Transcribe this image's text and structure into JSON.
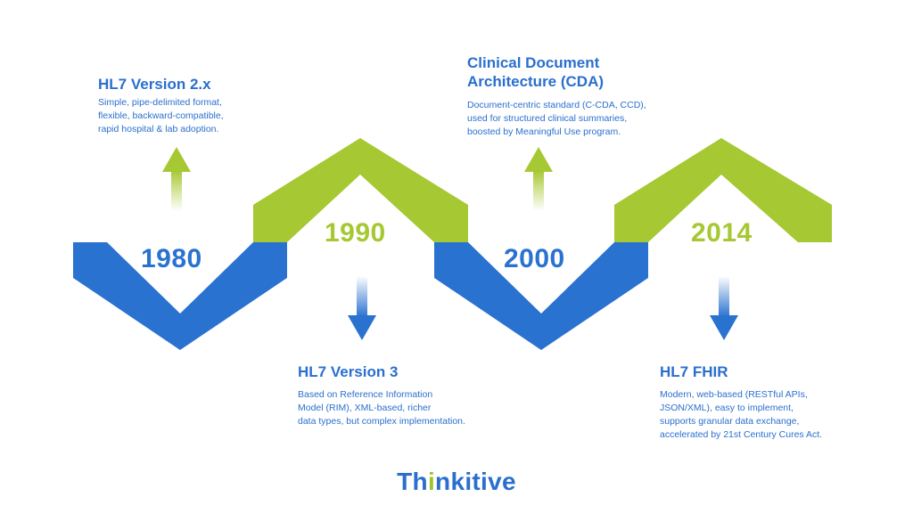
{
  "colors": {
    "blue": "#2a72d0",
    "green": "#a6c832",
    "text_blue": "#2a6fce"
  },
  "milestones": [
    {
      "year": "1980",
      "title": "HL7 Version 2.x",
      "description": [
        "Simple, pipe-delimited format,",
        "flexible, backward-compatible,",
        "rapid hospital & lab adoption."
      ],
      "arrow": "up"
    },
    {
      "year": "1990",
      "title": "HL7 Version 3",
      "description": [
        "Based on Reference Information",
        "Model (RIM), XML-based, richer",
        "data types, but complex implementation."
      ],
      "arrow": "down"
    },
    {
      "year": "2000",
      "title_lines": [
        "Clinical Document",
        "Architecture (CDA)"
      ],
      "description": [
        "Document-centric standard (C-CDA, CCD),",
        "used for structured clinical summaries,",
        "boosted by Meaningful Use program."
      ],
      "arrow": "up"
    },
    {
      "year": "2014",
      "title": "HL7 FHIR",
      "description": [
        "Modern, web-based (RESTful APIs,",
        "JSON/XML), easy to implement,",
        "supports granular data exchange,",
        "accelerated by 21st Century Cures Act."
      ],
      "arrow": "down"
    }
  ],
  "logo": {
    "text_before_dot": "Th",
    "dotted_letter": "i",
    "text_after": "nkitive"
  }
}
